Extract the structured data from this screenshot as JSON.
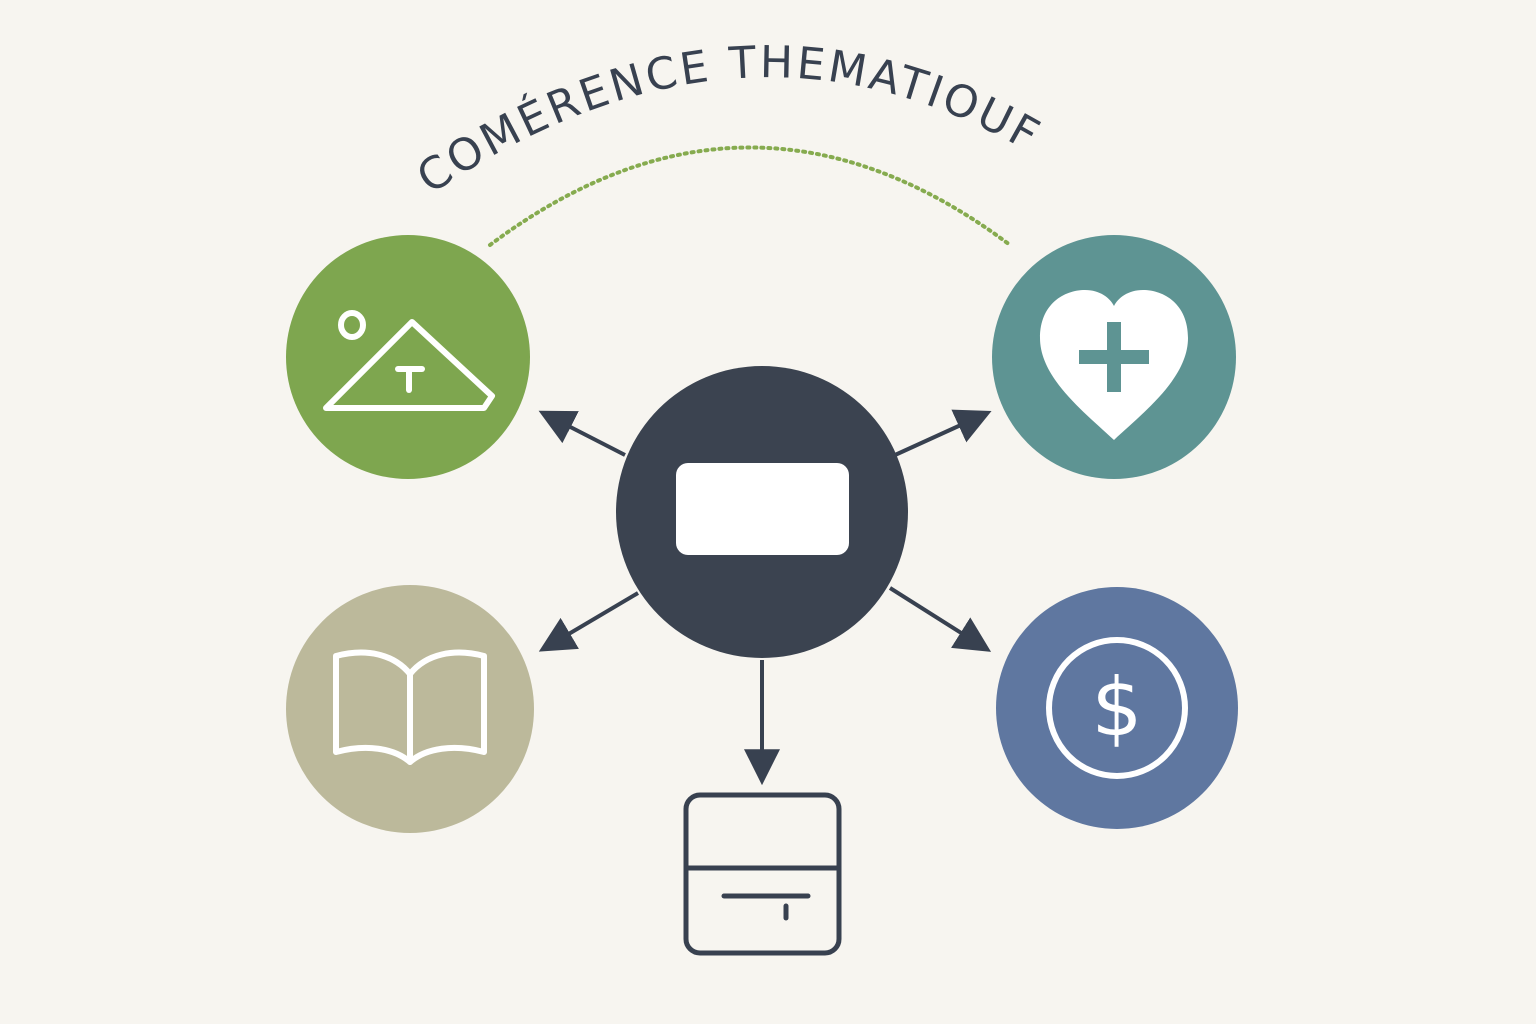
{
  "title": "COMÉRENCE THEMATIOUF",
  "colors": {
    "background": "#f7f5f0",
    "ink": "#384150",
    "center": "#3b4350",
    "nature": "#7ea64f",
    "health": "#5e9493",
    "education": "#bcb99b",
    "finance": "#5f77a0",
    "accent_line": "#86ab4f",
    "icon_stroke": "#ffffff"
  },
  "nodes": [
    {
      "id": "nature",
      "icon": "mountain-icon",
      "label_glyph": "T"
    },
    {
      "id": "health",
      "icon": "heart-plus-icon"
    },
    {
      "id": "education",
      "icon": "open-book-icon"
    },
    {
      "id": "finance",
      "icon": "dollar-coin-icon",
      "label_glyph": "$"
    },
    {
      "id": "storage",
      "icon": "drawer-box-icon"
    }
  ],
  "center": {
    "icon": "rectangle-icon"
  }
}
